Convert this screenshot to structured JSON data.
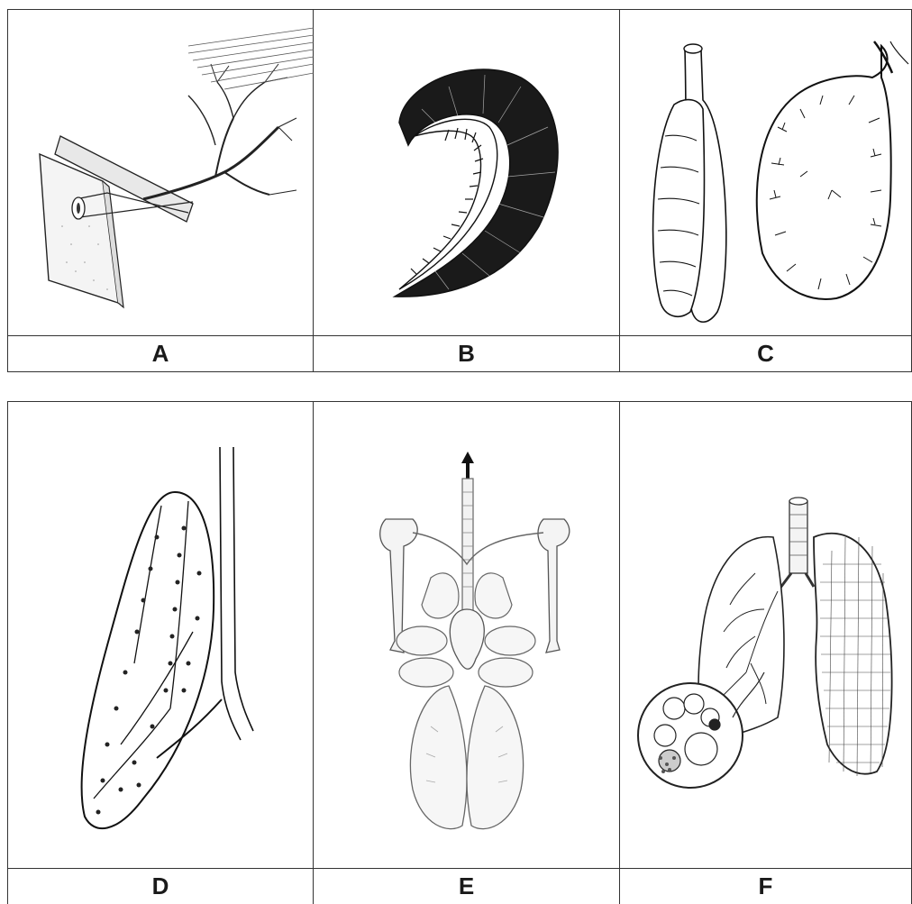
{
  "panels_top": [
    {
      "label": "A",
      "icon": "tracheal-tube-icon"
    },
    {
      "label": "B",
      "icon": "gill-filament-icon"
    },
    {
      "label": "C",
      "icon": "sac-lung-icon"
    }
  ],
  "panels_bottom": [
    {
      "label": "D",
      "icon": "chambered-lung-icon"
    },
    {
      "label": "E",
      "icon": "bird-air-sac-icon"
    },
    {
      "label": "F",
      "icon": "mammal-lung-icon"
    }
  ]
}
